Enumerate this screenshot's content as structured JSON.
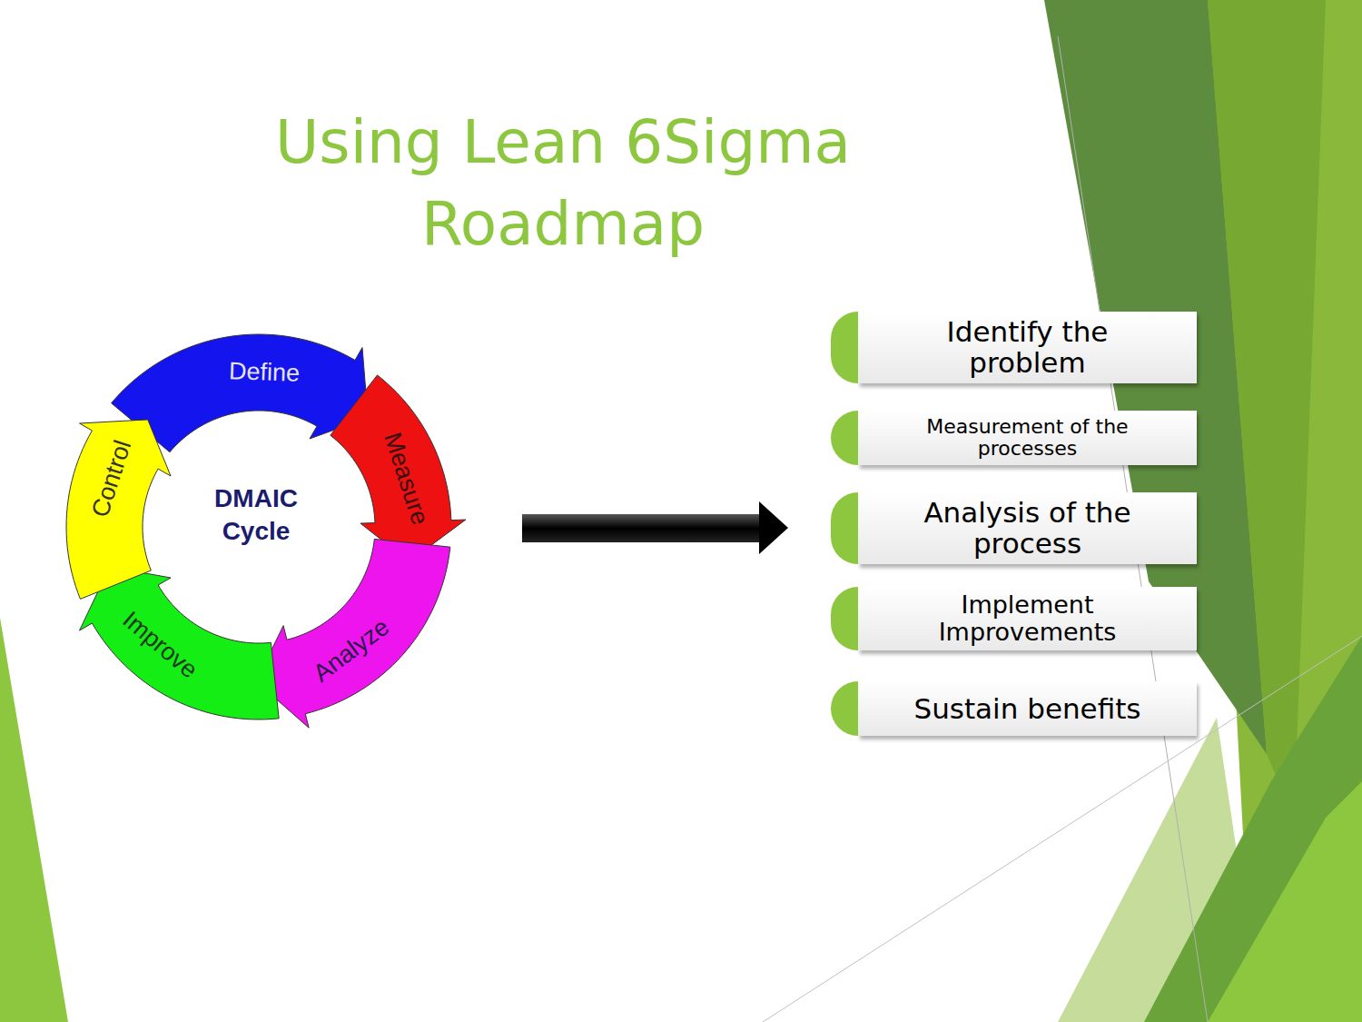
{
  "diagram": {
    "title": "Using Lean 6Sigma Roadmap",
    "nodes": [
      {
        "text": [
          "Define"
        ]
      },
      {
        "text": [
          "Measure"
        ]
      },
      {
        "text": [
          "Analyze"
        ]
      },
      {
        "text": [
          "Improve"
        ]
      },
      {
        "text": [
          "Control"
        ]
      },
      {
        "text": [
          "Identify the problem"
        ]
      },
      {
        "text": [
          "Measurement of the processes"
        ]
      },
      {
        "text": [
          "Analysis of the process"
        ]
      },
      {
        "text": [
          "Implement Improvements"
        ]
      },
      {
        "text": [
          "Sustain benefits"
        ]
      }
    ],
    "labels": [
      "DMAIC Cycle"
    ]
  }
}
